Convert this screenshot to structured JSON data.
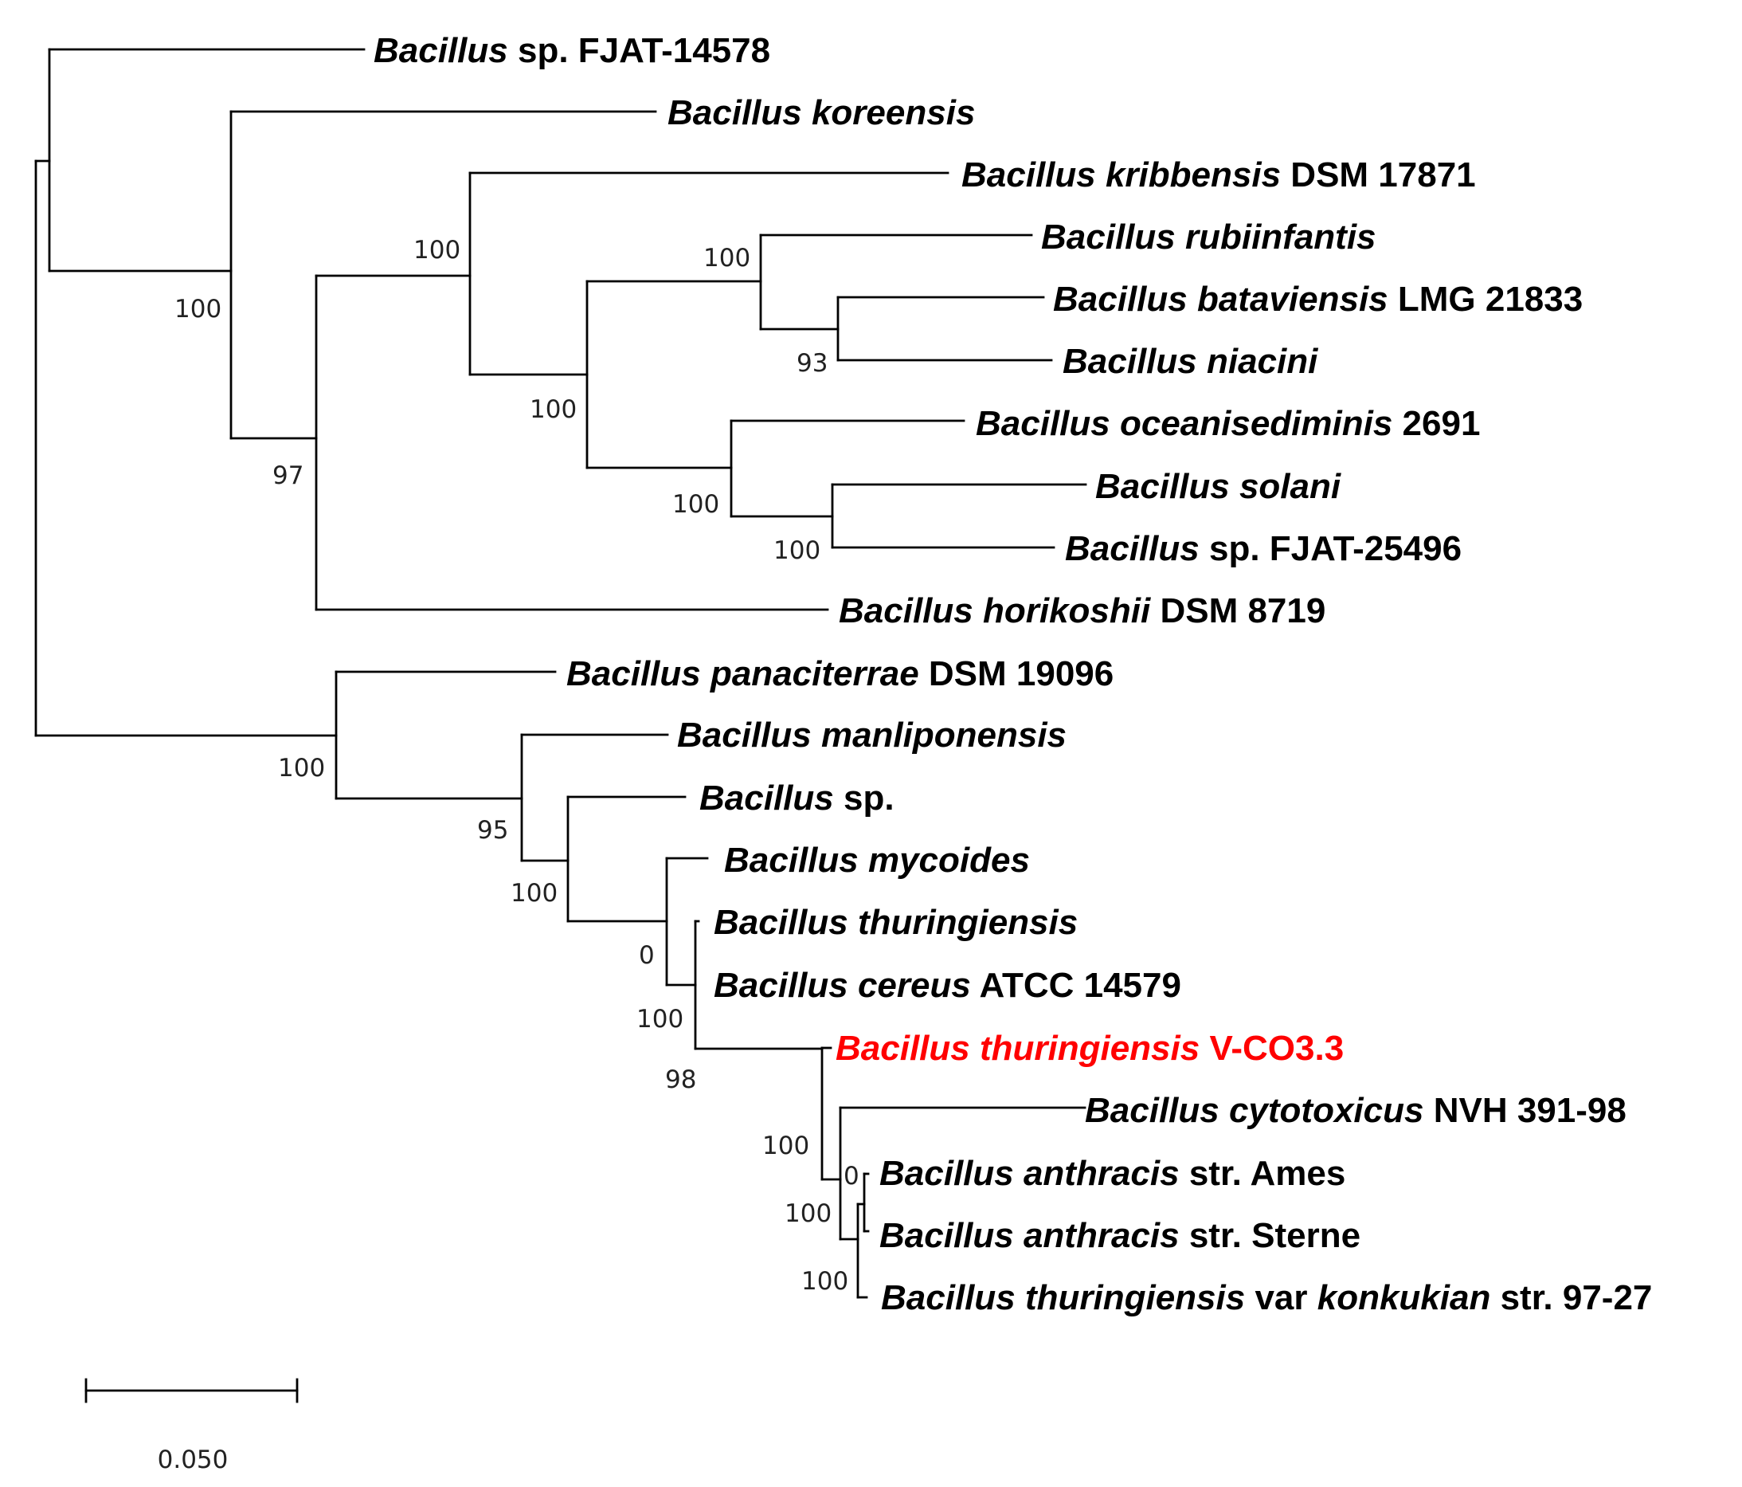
{
  "taxa": [
    {
      "italic": "Bacillus",
      "rest": " sp. FJAT-14578"
    },
    {
      "italic": "Bacillus koreensis",
      "rest": ""
    },
    {
      "italic": "Bacillus kribbensis",
      "rest": " DSM 17871"
    },
    {
      "italic": "Bacillus rubiinfantis",
      "rest": ""
    },
    {
      "italic": "Bacillus bataviensis",
      "rest": " LMG 21833"
    },
    {
      "italic": "Bacillus niacini",
      "rest": ""
    },
    {
      "italic": "Bacillus oceanisediminis",
      "rest": " 2691"
    },
    {
      "italic": "Bacillus solani",
      "rest": ""
    },
    {
      "italic": "Bacillus",
      "rest": " sp. FJAT-25496"
    },
    {
      "italic": "Bacillus horikoshii",
      "rest": " DSM 8719"
    },
    {
      "italic": "Bacillus panaciterrae",
      "rest": " DSM 19096"
    },
    {
      "italic": "Bacillus manliponensis",
      "rest": ""
    },
    {
      "italic": "Bacillus",
      "rest": " sp."
    },
    {
      "italic": "Bacillus mycoides",
      "rest": ""
    },
    {
      "italic": "Bacillus thuringiensis",
      "rest": ""
    },
    {
      "italic": "Bacillus cereus",
      "rest": " ATCC 14579"
    },
    {
      "italic": "Bacillus thuringiensis",
      "rest": " V-CO3.3",
      "highlight": true
    },
    {
      "italic": "Bacillus cytotoxicus",
      "rest": " NVH 391-98"
    },
    {
      "italic": "Bacillus anthracis",
      "rest": " str. Ames"
    },
    {
      "italic": "Bacillus anthracis",
      "rest": " str. Sterne"
    },
    {
      "italic": "Bacillus thuringiensis",
      "rest": " var ",
      "italic2": "konkukian",
      "rest2": " str. 97-27"
    }
  ],
  "bootstrap": [
    "100",
    "100",
    "97",
    "100",
    "93",
    "100",
    "100",
    "100",
    "100",
    "95",
    "100",
    "0",
    "100",
    "98",
    "100",
    "0",
    "100",
    "100"
  ],
  "scale_bar": {
    "label": "0.050"
  },
  "colors": {
    "highlight": "#ff0000",
    "branch": "#000000"
  }
}
